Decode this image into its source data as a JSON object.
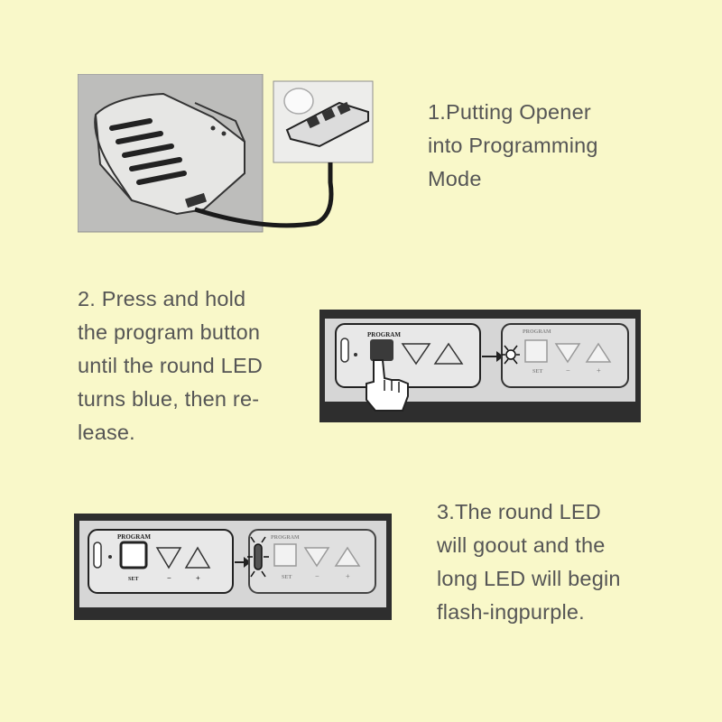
{
  "steps": [
    {
      "text": "1.Putting Opener\ninto Programming\nMode"
    },
    {
      "text": "2. Press and hold\nthe program button\nuntil the round LED\nturns blue, then re-\nlease."
    },
    {
      "text": "3.The round LED\nwill goout and the\nlong LED will begin\nflash-ingpurple."
    }
  ],
  "panel": {
    "program_label": "PROGRAM",
    "set_label": "SET",
    "minus_label": "−",
    "plus_label": "+"
  },
  "icons": [
    "garage-opener-unit",
    "control-panel",
    "pointing-hand-icon",
    "arrow-right-icon",
    "led-flash-icon"
  ],
  "colors": {
    "background": "#f9f8c9",
    "text": "#555555",
    "panel_frame": "#2a2a2a",
    "panel_face": "#d4d4d4"
  }
}
